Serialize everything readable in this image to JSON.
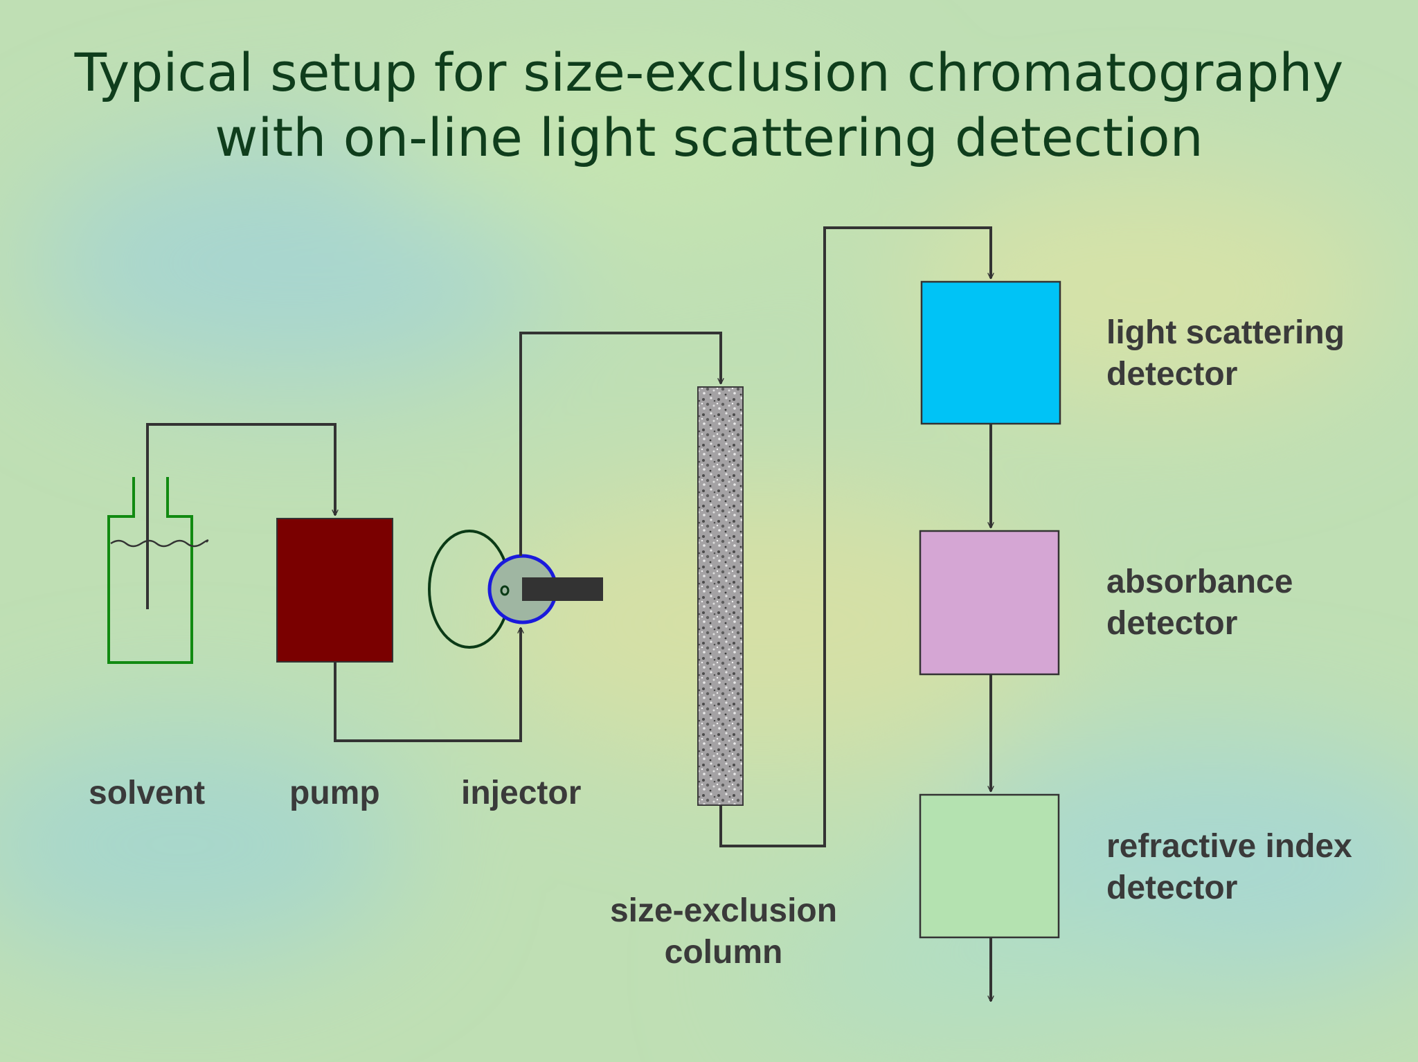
{
  "title": {
    "line1": "Typical setup for size-exclusion chromatography",
    "line2": "with on-line light scattering detection"
  },
  "components": {
    "solvent": "solvent",
    "pump": "pump",
    "injector": "injector",
    "column_line1": "size-exclusion",
    "column_line2": "column",
    "ls_line1": "light scattering",
    "ls_line2": "detector",
    "abs_line1": "absorbance",
    "abs_line2": "detector",
    "ri_line1": "refractive index",
    "ri_line2": "detector"
  },
  "colors": {
    "background": "#bfdfb4",
    "title_text": "#0f3d1c",
    "label_text": "#3a3a3a",
    "flow_line": "#333333",
    "solvent_vessel": "#118a11",
    "pump": "#7a0000",
    "injector_ring": "#1a1adc",
    "injector_fill": "#9fb6a2",
    "column_fill": "#9c9c9c",
    "light_scattering_detector": "#00c3f6",
    "absorbance_detector": "#d5a6d4",
    "refractive_index_detector": "#b4e2b0"
  }
}
